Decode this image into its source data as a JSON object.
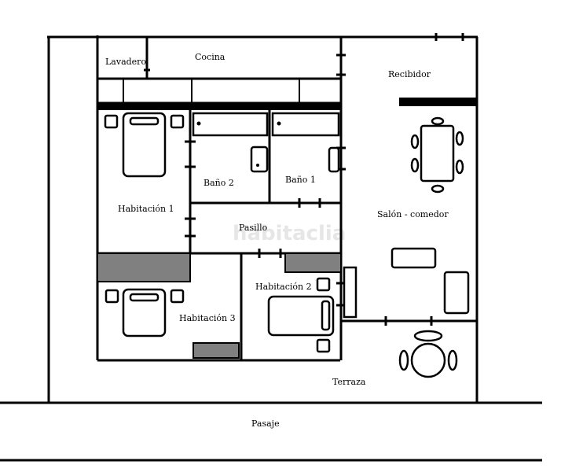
{
  "watermark": "habitaclia",
  "rooms": {
    "lavadero": "Lavadero",
    "cocina": "Cocina",
    "recibidor": "Recibidor",
    "bano2": "Baño 2",
    "bano1": "Baño 1",
    "habitacion1": "Habitación 1",
    "pasillo": "Pasillo",
    "salon": "Salón - comedor",
    "habitacion2": "Habitación 2",
    "habitacion3": "Habitación 3",
    "terraza": "Terraza",
    "pasaje": "Pasaje"
  }
}
